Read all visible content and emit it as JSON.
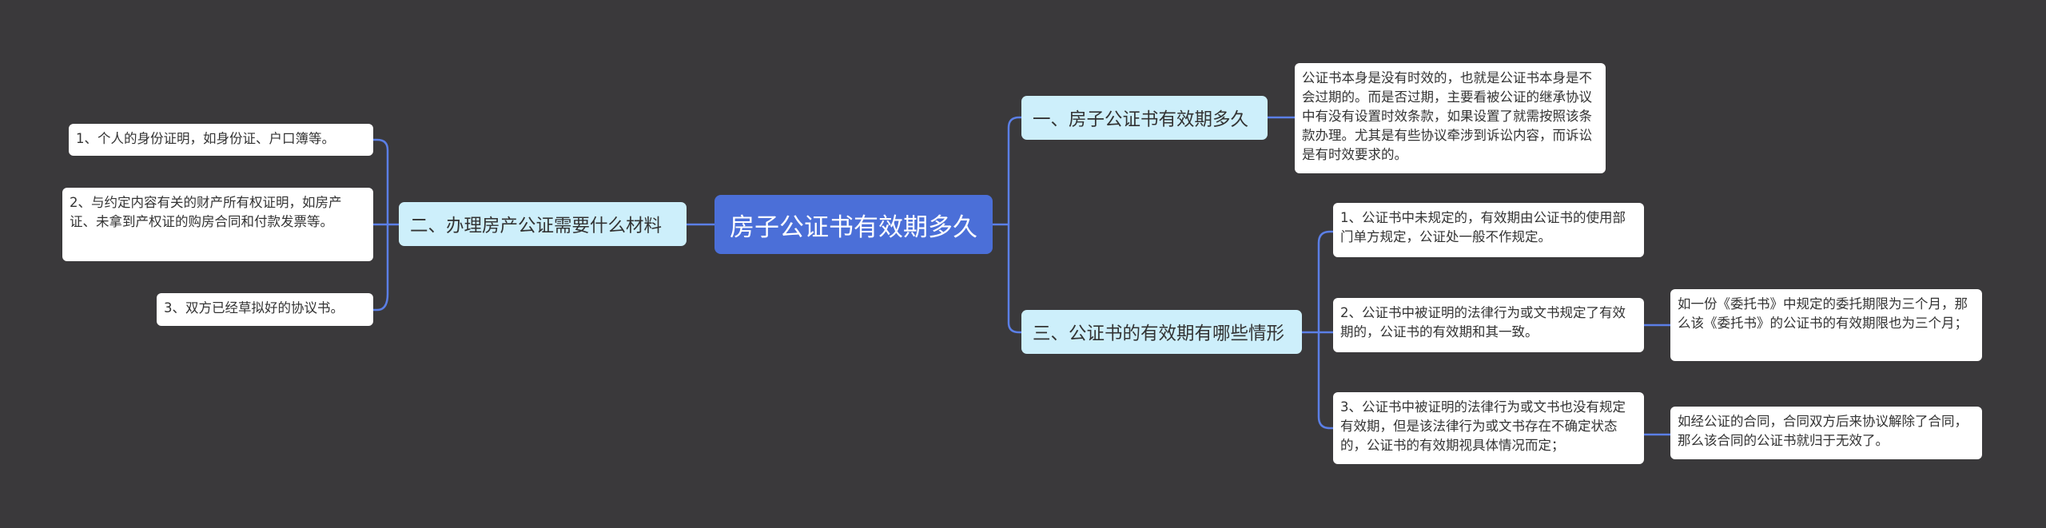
{
  "root": {
    "label": "房子公证书有效期多久"
  },
  "branches": {
    "b1": {
      "label": "一、房子公证书有效期多久"
    },
    "b2": {
      "label": "二、办理房产公证需要什么材料"
    },
    "b3": {
      "label": "三、公证书的有效期有哪些情形"
    }
  },
  "leaves": {
    "l1": "公证书本身是没有时效的，也就是公证书本身是不会过期的。而是否过期，主要看被公证的继承协议中有没有设置时效条款，如果设置了就需按照该条款办理。尤其是有些协议牵涉到诉讼内容，而诉讼是有时效要求的。",
    "l2": "1、个人的身份证明，如身份证、户口簿等。",
    "l3": "2、与约定内容有关的财产所有权证明，如房产证、未拿到产权证的购房合同和付款发票等。",
    "l4": "3、双方已经草拟好的协议书。",
    "l5": "1、公证书中未规定的，有效期由公证书的使用部门单方规定，公证处一般不作规定。",
    "l6": "2、公证书中被证明的法律行为或文书规定了有效期的，公证书的有效期和其一致。",
    "l7": "3、公证书中被证明的法律行为或文书也没有规定有效期，但是该法律行为或文书存在不确定状态的，公证书的有效期视具体情况而定；",
    "l8": "如一份《委托书》中规定的委托期限为三个月，那么该《委托书》的公证书的有效期限也为三个月；",
    "l9": "如经公证的合同，合同双方后来协议解除了合同，那么该合同的公证书就归于无效了。"
  },
  "colors": {
    "background": "#3a393b",
    "root": "#4b6fd8",
    "branch": "#cdeffb",
    "leaf": "#ffffff",
    "connector": "#5b7fe6"
  }
}
